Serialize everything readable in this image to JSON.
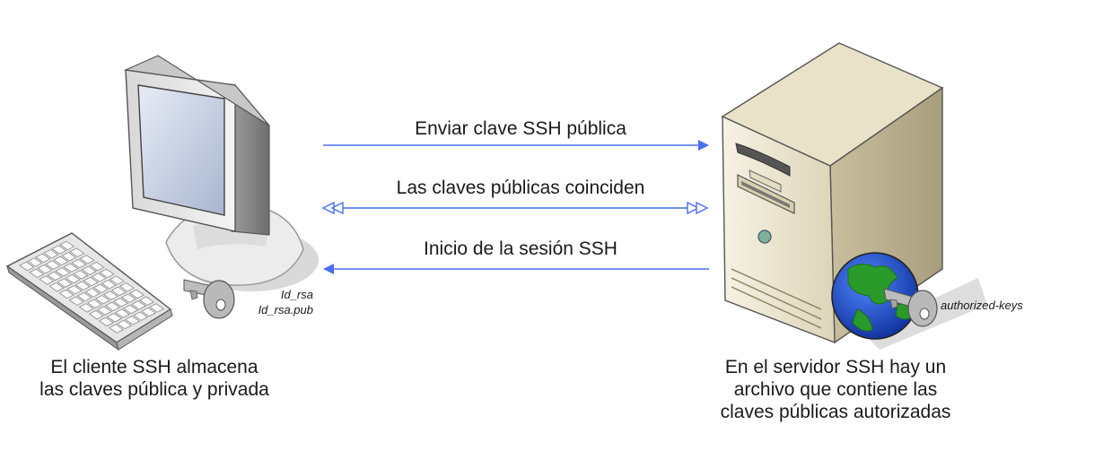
{
  "arrows": {
    "send": "Enviar clave SSH pública",
    "match": "Las claves públicas coinciden",
    "session": "Inicio de la sesión SSH"
  },
  "client": {
    "files": [
      "Id_rsa",
      "Id_rsa.pub"
    ],
    "caption": [
      "El cliente SSH almacena",
      "las claves pública y privada"
    ]
  },
  "server": {
    "file": "authorized-keys",
    "caption": [
      "En el servidor SSH hay un",
      "archivo que contiene las",
      "claves públicas autorizadas"
    ]
  },
  "colors": {
    "arrow": "#4a6ef0",
    "key": "#9a9a9a",
    "globe_sea": "#1d4fd0",
    "globe_land": "#2a9a2a",
    "server_body": "#efe9d6"
  },
  "icons": [
    "computer-monitor-icon",
    "keyboard-icon",
    "key-icon",
    "server-tower-icon",
    "globe-icon"
  ]
}
